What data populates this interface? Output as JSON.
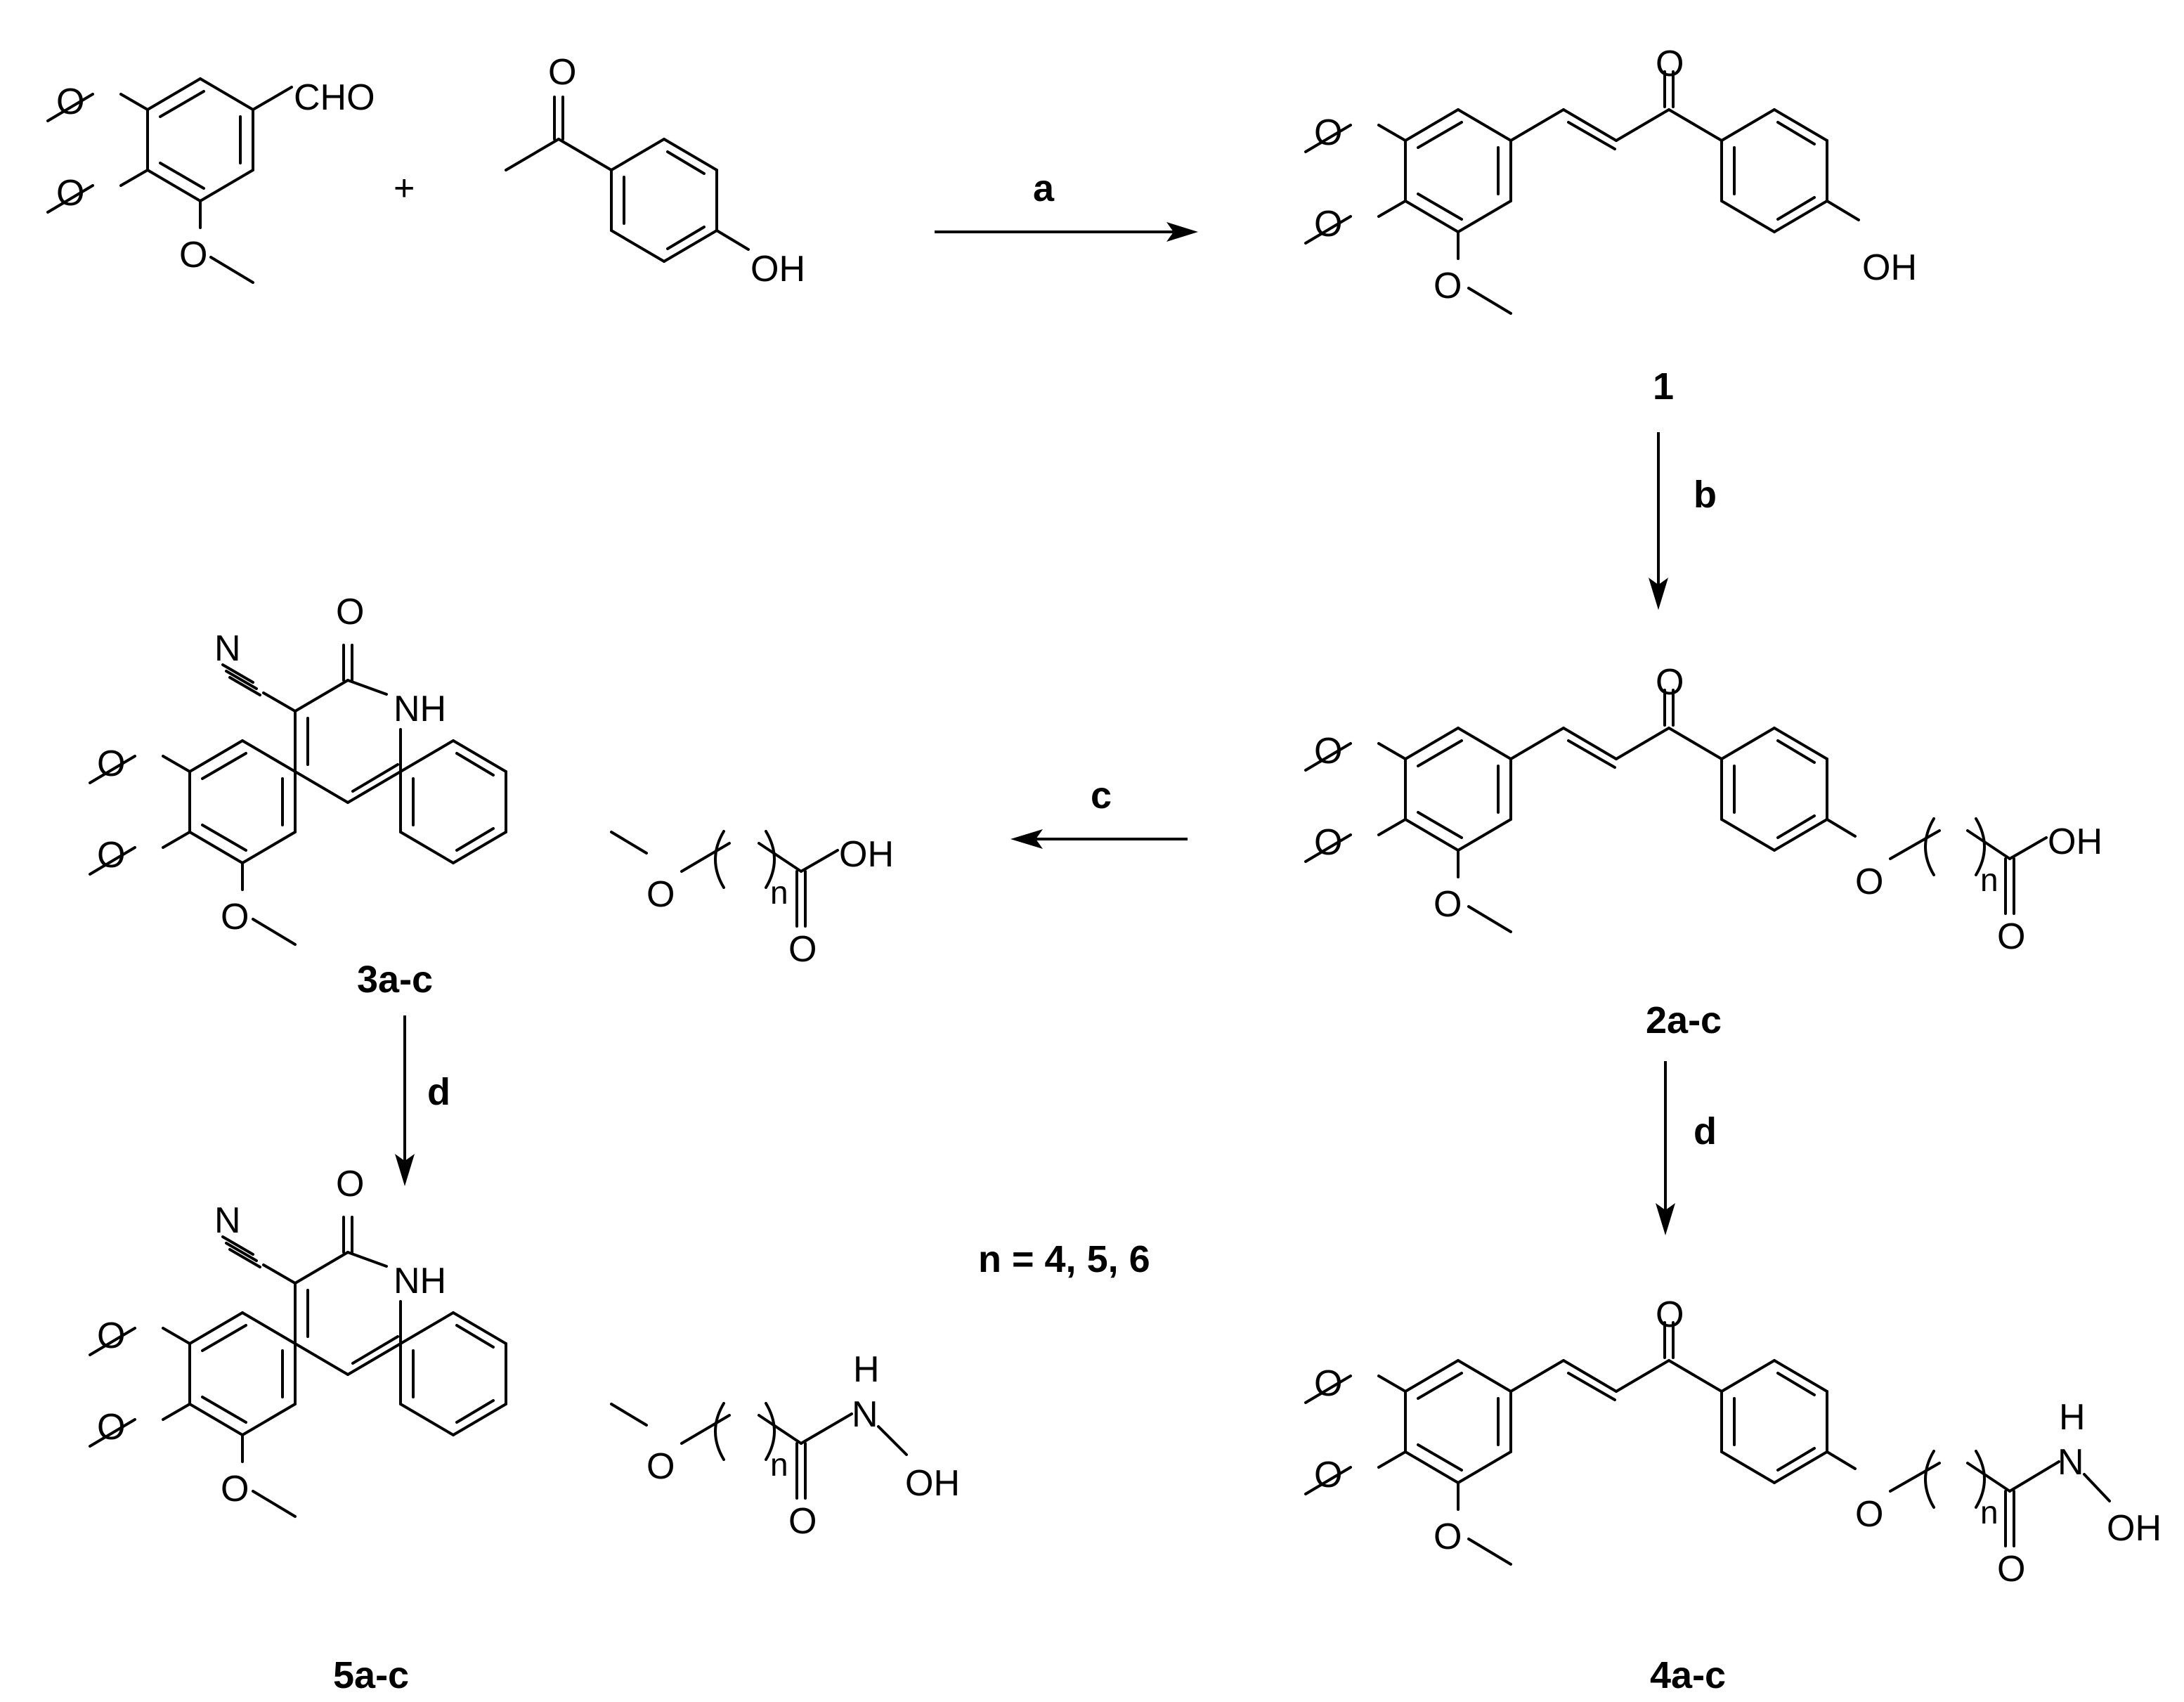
{
  "atoms": {
    "cho": "CHO",
    "o": "O",
    "oh": "OH",
    "n": "N",
    "nh": "NH",
    "h": "H",
    "n_sub": "n"
  },
  "plus": "+",
  "reagents": {
    "a": "a",
    "b": "b",
    "c": "c",
    "d1": "d",
    "d2": "d"
  },
  "compounds": {
    "c1": "1",
    "c2": "2a-c",
    "c3": "3a-c",
    "c4": "4a-c",
    "c5": "5a-c"
  },
  "note": "n = 4, 5, 6"
}
